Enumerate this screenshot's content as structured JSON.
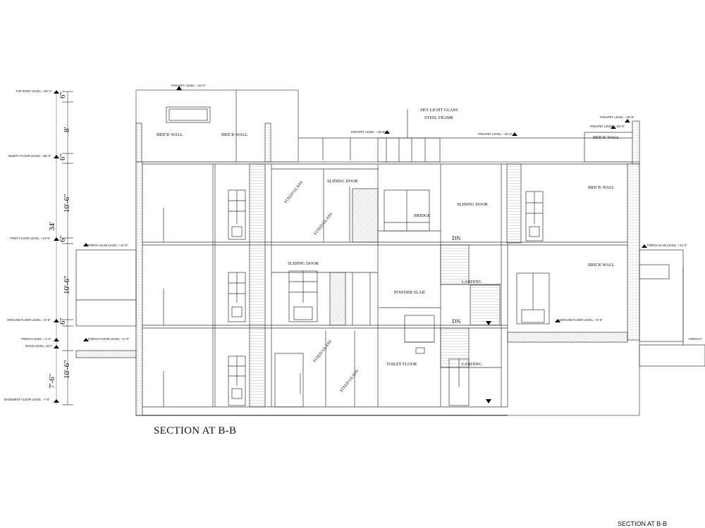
{
  "drawing": {
    "title": "SECTION AT B-B",
    "footer_title": "SECTION AT B-B",
    "levels": {
      "top_roof": "TOP ROOF LEVEL: +34'-0\"",
      "mumty_floor": "MUMTY FLOOR LEVEL: +26'-0\"",
      "first_floor": "FIRST FLOOR LEVEL: +14'-6\"",
      "ground_floor": "GROUND FLOOR LEVEL: +3'-6\"",
      "porch": "PORCH LEVEL: +1'-0\"",
      "road": "ROAD LEVEL: ±0.0\"",
      "basement_floor": "BASEMENT FLOOR LEVEL: -7'-6\"",
      "parapet_left": "PARAPET LEVEL: +34'-0\"",
      "parapet_mid": "PARAPET LEVEL: +28'-6\"",
      "parapet_mid2": "PARAPET LEVEL: +26'-3\"",
      "parapet_right": "PARAPET LEVEL: +30'-6\"",
      "parapet_right2": "PARAPET LEVEL: +28'-3\"",
      "porch_slab_left": "PORCH SLAB LEVEL: +13'-0\"",
      "porch_slab_right": "PORCH SLAB LEVEL: +13'-0\"",
      "porch_floor": "PORCH FLOOR LEVEL: +1'-0\"",
      "ground_floor_right": "GROUND FLOOR LEVEL: +3'-6\"",
      "porch_far_right": "PORCH F"
    },
    "dimensions": {
      "d6a": "6\"",
      "d8": "8'",
      "d6b": "6\"",
      "d10a": "10'-6\"",
      "d34": "34'",
      "d6c": "6\"",
      "d10b": "10'-6\"",
      "d6d": "6\"",
      "d76": "7'-6\"",
      "d10c": "10'-6\""
    },
    "labels": {
      "brick_wall_1": "BRICK WALL",
      "brick_wall_2": "BRICK WALL",
      "brick_wall_3": "BRICK WALL",
      "brick_wall_4": "BRICK WALL",
      "brick_wall_5": "BRICK WALL",
      "sky_light": "SKY LIGHT GLASS",
      "steel_frame": "STEEL FRAME",
      "sliding_door_1": "SLIDING DOOR",
      "sliding_door_2": "SLIDING DOOR",
      "sliding_door_3": "SLIDING DOOR",
      "fixed_glass_1": "FIXED GLASS",
      "fixed_glass_2": "FIXED GLASS",
      "fixed_glass_3": "FIXED GLASS",
      "fixed_glass_4": "FIXED GLASS",
      "bridge": "BRIDGE",
      "dn_1": "DN",
      "dn_2": "DN",
      "landing_1": "LANDING",
      "landing_2": "LANDING",
      "powder_slab": "POWDER SLAB",
      "toilet_floor": "TOILET FLOOR"
    }
  }
}
